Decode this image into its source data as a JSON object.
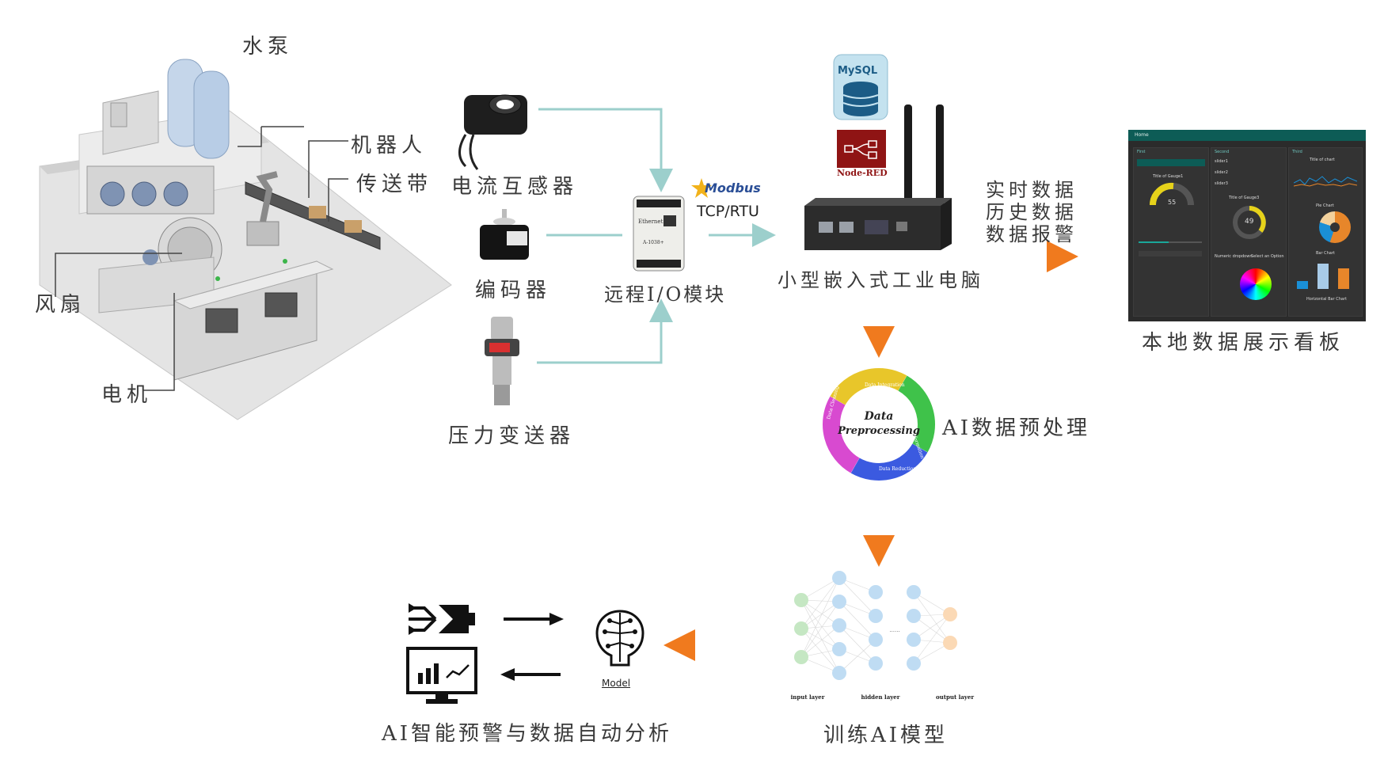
{
  "labels": {
    "pump": "水泵",
    "robot": "机器人",
    "conveyor": "传送带",
    "fan": "风扇",
    "motor": "电机",
    "current_sensor": "电流互感器",
    "encoder": "编码器",
    "pressure_transmitter": "压力变送器",
    "remote_io": "远程I/O模块",
    "modbus": "Modbus",
    "tcp_rtu": "TCP/RTU",
    "embedded_pc": "小型嵌入式工业电脑",
    "mysql": "MySQL",
    "node_red": "Node-RED",
    "realtime_data": "实时数据",
    "history_data": "历史数据",
    "data_alarm": "数据报警",
    "local_dashboard": "本地数据展示看板",
    "ai_preprocess": "AI数据预处理",
    "train_model": "训练AI模型",
    "ai_analysis": "AI智能预警与数据自动分析",
    "model": "Model"
  },
  "preprocessing": {
    "center_line1": "Data",
    "center_line2": "Preprocessing",
    "segments": [
      "Data Integration",
      "Data Transformation",
      "Data Reduction",
      "Data Cleaning"
    ]
  },
  "neural_net": {
    "input_label": "input layer",
    "hidden_label": "hidden layer",
    "output_label": "output layer",
    "ellipsis": "......"
  },
  "dashboard": {
    "header": "Home",
    "col1_title": "First",
    "col2_title": "Second",
    "col3_title": "Third",
    "gauge1_title": "Title of Gauge1",
    "gauge1_value": "55",
    "gauge3_title": "Title of Gauge3",
    "gauge3_value": "49",
    "chart_title": "Title of chart",
    "pie_title": "Pie Chart",
    "bar_title": "Bar Chart",
    "hbar_title": "Horizontal Bar Chart",
    "slider1": "slider1",
    "slider2": "slider2",
    "slider3": "slider3",
    "numeric_dropdown": "Numeric dropdown",
    "select_option": "Select an Option",
    "color": "#0d5c56"
  },
  "colors": {
    "teal_connector": "#9ccfcc",
    "orange_arrow": "#f07a1e",
    "label_text": "#3a3a3a"
  }
}
